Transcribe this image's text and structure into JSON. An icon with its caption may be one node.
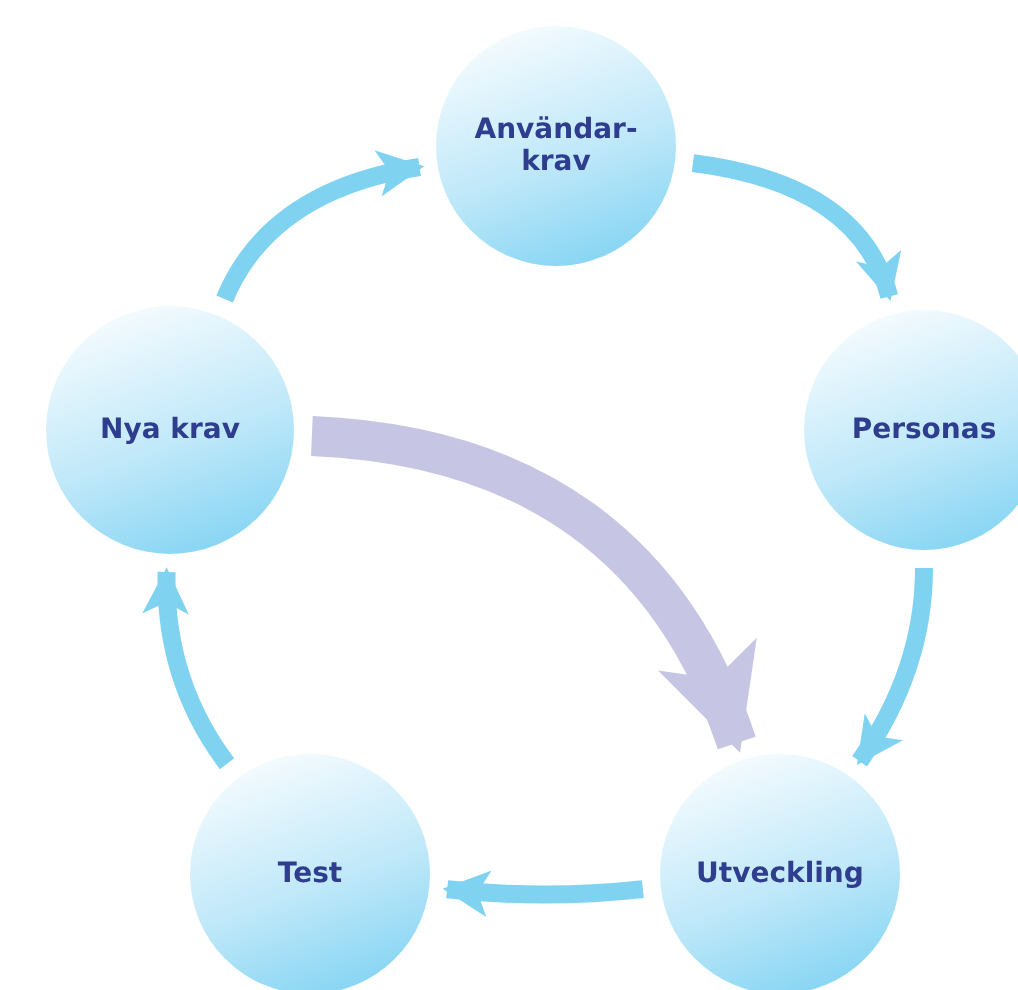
{
  "diagram": {
    "nodes": [
      {
        "text": [
          "Användar-krav"
        ]
      },
      {
        "text": [
          "Personas"
        ]
      },
      {
        "text": [
          "Utveckling"
        ]
      },
      {
        "text": [
          "Test"
        ]
      },
      {
        "text": [
          "Nya krav"
        ]
      }
    ],
    "edges": [
      {
        "from": 4,
        "to": 0,
        "arrow": "to"
      },
      {
        "from": 0,
        "to": 1,
        "arrow": "to"
      },
      {
        "from": 1,
        "to": 2,
        "arrow": "to"
      },
      {
        "from": 2,
        "to": 3,
        "arrow": "to"
      },
      {
        "from": 3,
        "to": 4,
        "arrow": "to"
      },
      {
        "from": 4,
        "to": 2,
        "arrow": "to",
        "style": "thick",
        "color": "#c6c6e4"
      }
    ]
  }
}
